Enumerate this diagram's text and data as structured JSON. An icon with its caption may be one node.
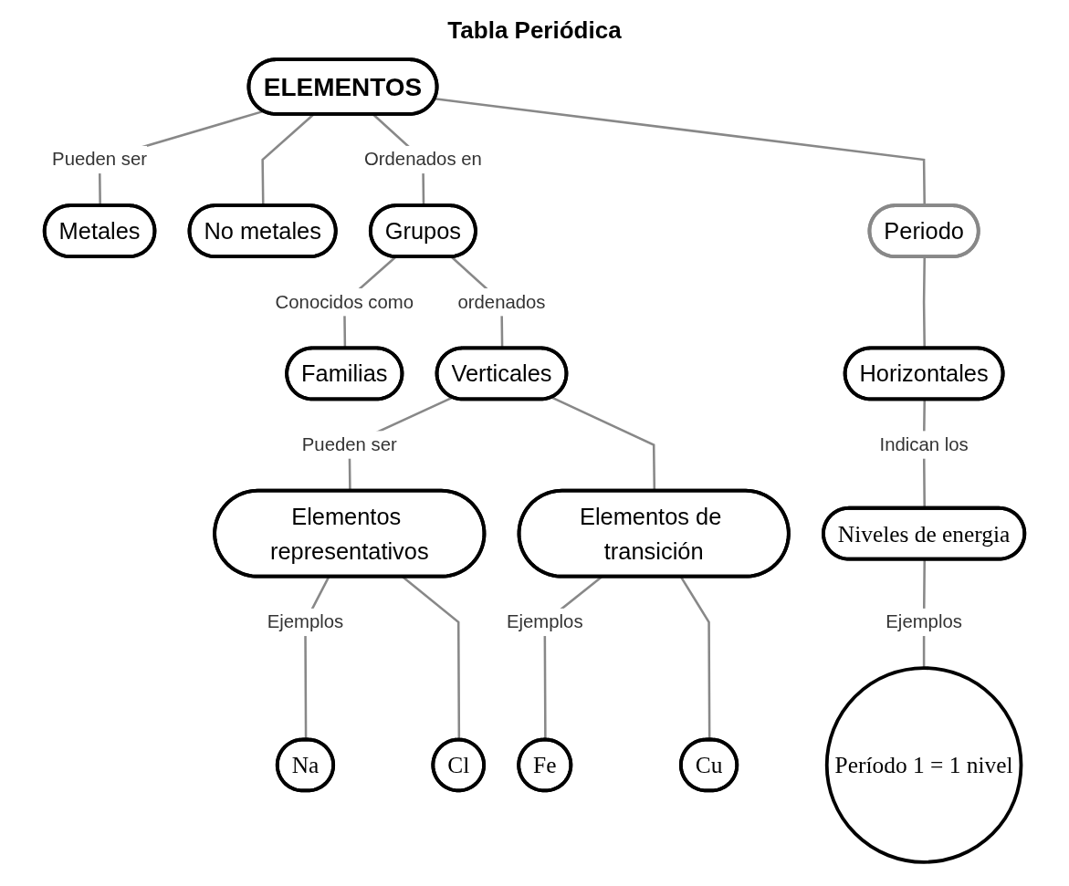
{
  "diagram": {
    "title": "Tabla Periódica",
    "nodes": [
      {
        "text": [
          "ELEMENTOS"
        ]
      },
      {
        "text": [
          "Metales"
        ]
      },
      {
        "text": [
          "No metales"
        ]
      },
      {
        "text": [
          "Grupos"
        ]
      },
      {
        "text": [
          "Periodo"
        ]
      },
      {
        "text": [
          "Familias"
        ]
      },
      {
        "text": [
          "Verticales"
        ]
      },
      {
        "text": [
          "Horizontales"
        ]
      },
      {
        "text": [
          "Elementos representativos"
        ]
      },
      {
        "text": [
          "Elementos de transición"
        ]
      },
      {
        "text": [
          "Niveles de energia"
        ]
      },
      {
        "text": [
          "Na"
        ]
      },
      {
        "text": [
          "Cl"
        ]
      },
      {
        "text": [
          "Fe"
        ]
      },
      {
        "text": [
          "Cu"
        ]
      },
      {
        "text": [
          "Período 1 = 1 nivel"
        ]
      }
    ],
    "edges": [
      {
        "from": 0,
        "to": 1,
        "arrow": "none",
        "label": "Pueden ser"
      },
      {
        "from": 0,
        "to": 2,
        "arrow": "none"
      },
      {
        "from": 0,
        "to": 3,
        "arrow": "none",
        "label": "Ordenados en"
      },
      {
        "from": 0,
        "to": 4,
        "arrow": "none"
      },
      {
        "from": 3,
        "to": 5,
        "arrow": "none",
        "label": "Conocidos como"
      },
      {
        "from": 3,
        "to": 6,
        "arrow": "none",
        "label": "ordenados"
      },
      {
        "from": 4,
        "to": 7,
        "arrow": "none"
      },
      {
        "from": 6,
        "to": 8,
        "arrow": "none",
        "label": "Pueden ser"
      },
      {
        "from": 6,
        "to": 9,
        "arrow": "none"
      },
      {
        "from": 7,
        "to": 10,
        "arrow": "none",
        "label": "Indican los"
      },
      {
        "from": 8,
        "to": 11,
        "arrow": "none",
        "label": "Ejemplos"
      },
      {
        "from": 8,
        "to": 12,
        "arrow": "none"
      },
      {
        "from": 9,
        "to": 13,
        "arrow": "none",
        "label": "Ejemplos"
      },
      {
        "from": 9,
        "to": 14,
        "arrow": "none"
      },
      {
        "from": 10,
        "to": 15,
        "arrow": "none",
        "label": "Ejemplos"
      }
    ]
  }
}
